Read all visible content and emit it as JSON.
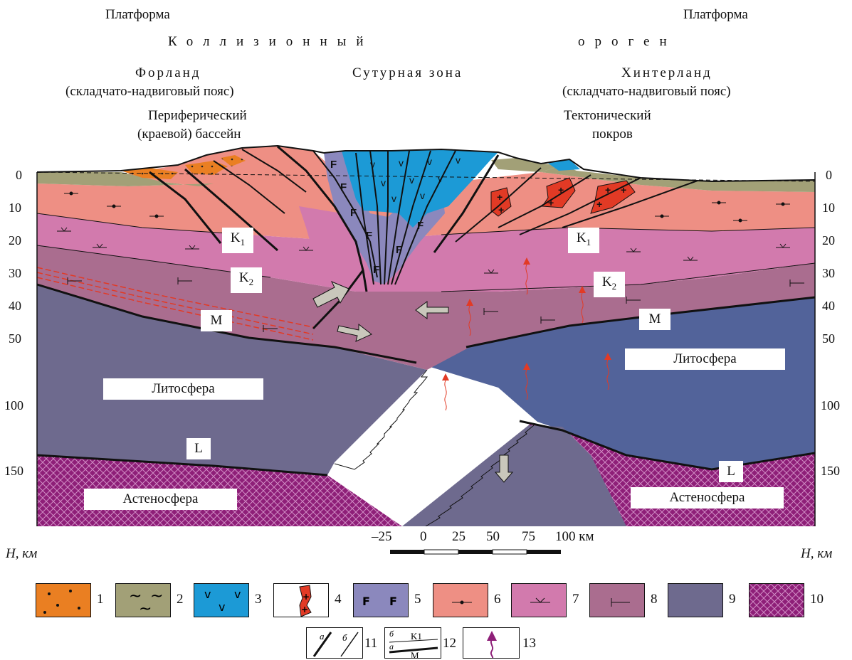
{
  "header": {
    "platform_left": "Платформа",
    "platform_right": "Платформа",
    "collision_word": "Коллизионный",
    "orogen_word": "ороген",
    "foreland": "Форланд",
    "foreland_sub": "(складчато-надвиговый пояс)",
    "suture": "Сутурная зона",
    "hinterland": "Хинтерланд",
    "hinterland_sub": "(складчато-надвиговый пояс)",
    "basin_1": "Периферический",
    "basin_2": "(краевой) бассейн",
    "nappe_1": "Тектонический",
    "nappe_2": "покров"
  },
  "axis": {
    "ticks_left": [
      "0",
      "10",
      "20",
      "30",
      "40",
      "50",
      "100",
      "150"
    ],
    "ticks_right": [
      "0",
      "10",
      "20",
      "30",
      "40",
      "50",
      "100",
      "150"
    ],
    "unit_label_left": "H, км",
    "unit_label_right": "H, км"
  },
  "section_labels": {
    "k1_left": "K1",
    "k1_right": "K1",
    "k2_left": "K2",
    "k2_right": "K2",
    "m_left": "M",
    "m_right": "M",
    "lithosphere_left": "Литосфера",
    "lithosphere_right": "Литосфера",
    "l_left": "L",
    "l_right": "L",
    "asthenosphere_left": "Астеносфера",
    "asthenosphere_right": "Астеносфера"
  },
  "scale_bar": {
    "labels": [
      "–25",
      "0",
      "25",
      "50",
      "75",
      "100 км"
    ]
  },
  "legend": {
    "items": [
      {
        "num": "1",
        "color": "#ea7f22"
      },
      {
        "num": "2",
        "color": "#a2a077"
      },
      {
        "num": "3",
        "color": "#1c9ad6"
      },
      {
        "num": "4",
        "color": "#e23a25"
      },
      {
        "num": "5",
        "color": "#8b88bd"
      },
      {
        "num": "6",
        "color": "#ee8f84"
      },
      {
        "num": "7",
        "color": "#d27aad"
      },
      {
        "num": "8",
        "color": "#aa6d8f"
      },
      {
        "num": "9",
        "color": "#6e6a8e"
      },
      {
        "num": "10",
        "color": "#8e1f78"
      }
    ],
    "row2": [
      {
        "num": "11",
        "a": "а",
        "b": "б"
      },
      {
        "num": "12",
        "a": "а",
        "b": "б",
        "k": "K1",
        "m": "M"
      },
      {
        "num": "13"
      }
    ]
  },
  "colors": {
    "sediment_orange": "#ea7f22",
    "sediment_green": "#a2a077",
    "volcanic_blue": "#1c9ad6",
    "granite_red": "#e23a25",
    "ophiolite": "#8b88bd",
    "upper_crust": "#ee8f84",
    "middle_crust": "#d27aad",
    "lower_crust": "#aa6d8f",
    "lithosphere_left": "#6e6a8e",
    "lithosphere_right": "#52639a",
    "asthenosphere": "#8e1f78"
  }
}
